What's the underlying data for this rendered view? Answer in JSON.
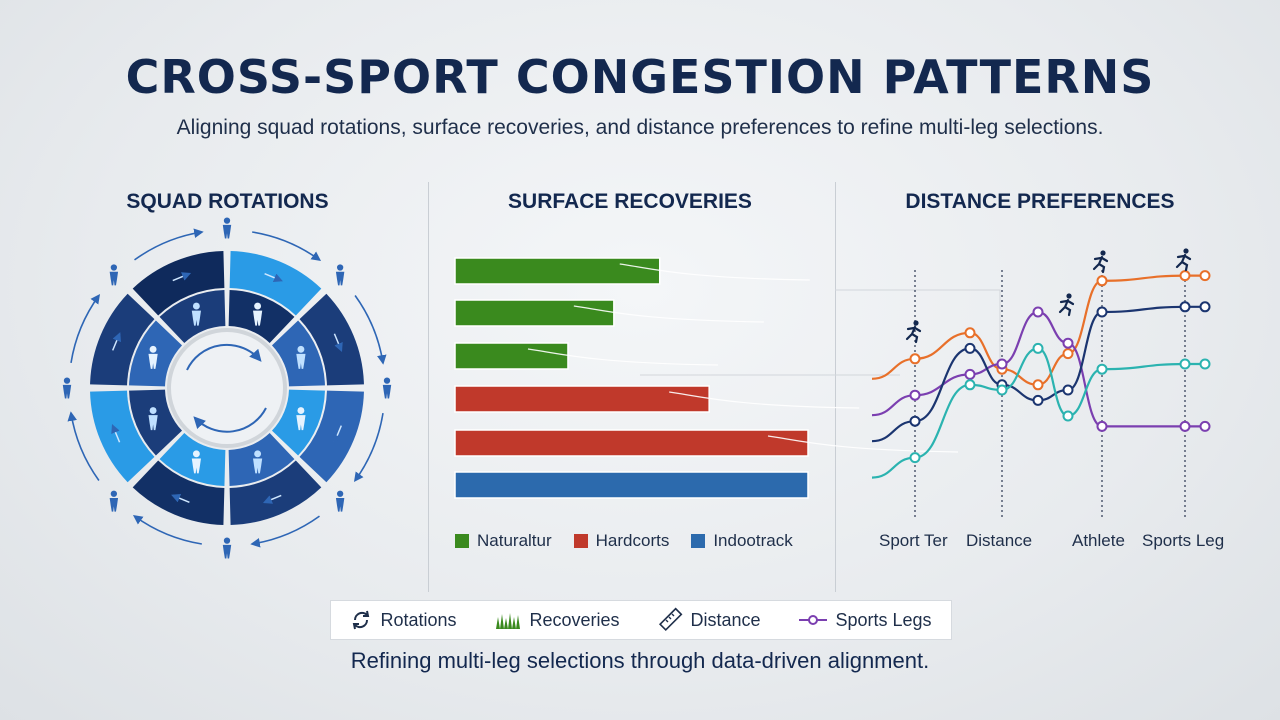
{
  "header": {
    "title": "CROSS-SPORT CONGESTION PATTERNS",
    "subtitle": "Aligning squad rotations, surface recoveries, and distance preferences to refine multi-leg selections."
  },
  "sections": {
    "squad": "SQUAD ROTATIONS",
    "surface": "SURFACE RECOVERIES",
    "distance": "DISTANCE PREFERENCES"
  },
  "surface_legend": [
    {
      "label": "Naturaltur",
      "color": "#3a8a1e"
    },
    {
      "label": "Hardcorts",
      "color": "#c0392b"
    },
    {
      "label": "Indootrack",
      "color": "#2c6aad"
    }
  ],
  "distance_labels": [
    "Sport Ter",
    "Distance",
    "Athlete",
    "Sports Leg"
  ],
  "bottom_legend": {
    "rotations": "Rotations",
    "recoveries": "Recoveries",
    "distance": "Distance",
    "sports_legs": "Sports Legs"
  },
  "footer": "Refining multi-leg selections through data-driven alignment.",
  "colors": {
    "navy": "#13284f",
    "blue_dark": "#1b3d7a",
    "blue_mid": "#2e66b5",
    "blue_light": "#2a9be6",
    "turf": "#3a8a1e",
    "clay": "#c0392b",
    "indoor": "#2c6aad",
    "orange": "#e8702a",
    "purple": "#7b3fb0",
    "teal": "#2bb3b0",
    "navy_line": "#1b3570"
  },
  "chart_data": [
    {
      "type": "bar",
      "categories": [
        "Naturaltur",
        "Naturaltur",
        "Naturaltur",
        "Hardcorts",
        "Hardcorts",
        "Indootrack"
      ],
      "values": [
        58,
        45,
        32,
        72,
        100,
        100
      ],
      "title": "SURFACE RECOVERIES",
      "xlabel": "",
      "ylabel": "",
      "ylim": [
        0,
        100
      ]
    },
    {
      "type": "line",
      "title": "DISTANCE PREFERENCES",
      "x": [
        1,
        2,
        3,
        4,
        5,
        6,
        7
      ],
      "series": [
        {
          "color": "#e8702a",
          "values": [
            62,
            72,
            58,
            52,
            64,
            92,
            94
          ]
        },
        {
          "color": "#7b3fb0",
          "values": [
            48,
            56,
            60,
            80,
            68,
            36,
            36
          ]
        },
        {
          "color": "#1b3570",
          "values": [
            38,
            66,
            52,
            46,
            50,
            80,
            82
          ]
        },
        {
          "color": "#2bb3b0",
          "values": [
            24,
            52,
            50,
            66,
            40,
            58,
            60
          ]
        }
      ],
      "ylim": [
        0,
        100
      ]
    }
  ]
}
